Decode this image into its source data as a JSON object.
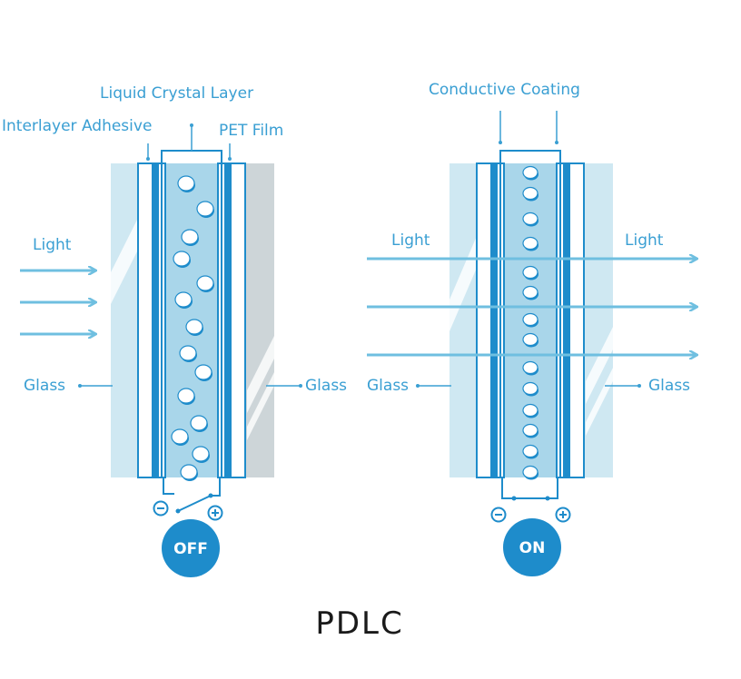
{
  "title": "PDLC",
  "colors": {
    "accent": "#1e8ccb",
    "label": "#3a9fd3",
    "arrow": "#6fbfe0",
    "glass_light": "#cfe8f2",
    "glass_gray": "#cdd5d8",
    "crystal": "#a9d6ea"
  },
  "off_state": {
    "labels": {
      "liquid_crystal_layer": "Liquid Crystal Layer",
      "interlayer_adhesive": "Interlayer Adhesive",
      "pet_film": "PET Film",
      "light": "Light",
      "glass_left": "Glass",
      "glass_right": "Glass"
    },
    "switch_state": "open",
    "button_label": "OFF",
    "incoming_light_rays": 3,
    "transmitted_light_rays": 0,
    "crystal_alignment": "random",
    "crystal_droplets": 14
  },
  "on_state": {
    "labels": {
      "conductive_coating": "Conductive Coating",
      "light_in": "Light",
      "light_out": "Light",
      "glass_left": "Glass",
      "glass_right": "Glass"
    },
    "switch_state": "closed",
    "button_label": "ON",
    "incoming_light_rays": 3,
    "transmitted_light_rays": 3,
    "crystal_alignment": "aligned",
    "crystal_droplets": 14
  },
  "polarity": {
    "negative": "−",
    "positive": "+"
  }
}
